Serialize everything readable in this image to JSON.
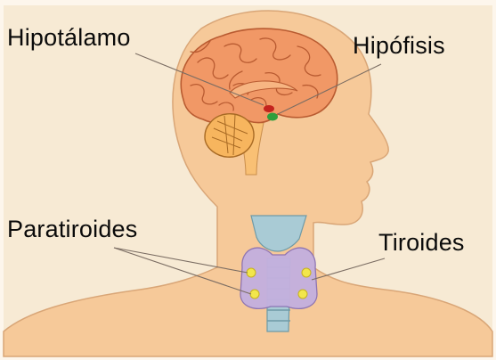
{
  "diagram": {
    "labels": {
      "hipotalamo": "Hipotálamo",
      "hipofisis": "Hipófisis",
      "paratiroides": "Paratiroides",
      "tiroides": "Tiroides"
    },
    "colors": {
      "background": "#f7ead4",
      "skin": "#f6c999",
      "skin_outline": "#d9a677",
      "brain": "#f19866",
      "brain_outline": "#b95b31",
      "cerebellum": "#f7b55e",
      "brainstem": "#f9c074",
      "hypothalamus": "#c4231d",
      "pituitary": "#2e9f3c",
      "thyroid": "#c4b0de",
      "parathyroid": "#f2e64b",
      "trachea": "#a9cbd5",
      "pointer_line": "#7b6d63"
    }
  }
}
